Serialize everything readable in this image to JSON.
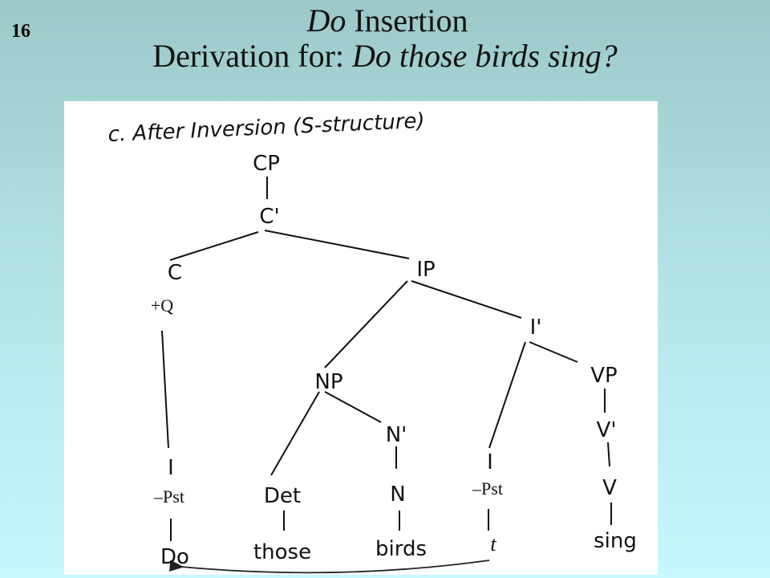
{
  "slide": {
    "number": "16",
    "title_italic": "Do",
    "title_rest": " Insertion",
    "subtitle_prefix": "Derivation for: ",
    "subtitle_italic": "Do those birds sing?"
  },
  "diagram": {
    "heading": "c. After Inversion (S-structure)",
    "nodes": {
      "cp": "CP",
      "cbar": "C'",
      "c": "C",
      "c_feature": "+Q",
      "ip": "IP",
      "ibar": "I'",
      "np": "NP",
      "nbar": "N'",
      "n": "N",
      "det": "Det",
      "i_moved": "I",
      "i_moved_feature": "–Pst",
      "i_trace_node": "I",
      "i_trace_feature": "–Pst",
      "vp": "VP",
      "vbar": "V'",
      "v": "V"
    },
    "words": {
      "do": "Do",
      "those": "those",
      "birds": "birds",
      "trace": "t",
      "sing": "sing"
    }
  }
}
